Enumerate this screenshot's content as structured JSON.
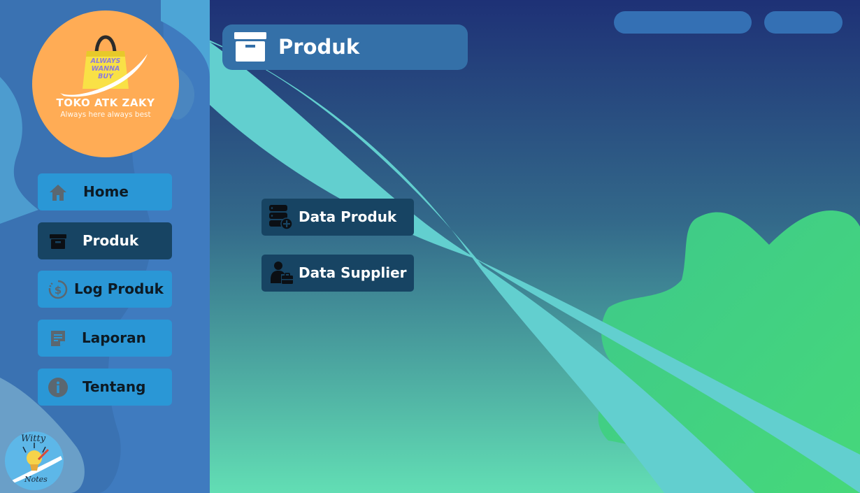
{
  "brand": {
    "name": "TOKO ATK ZAKY",
    "tagline": "Always here always best",
    "bag_text": [
      "ALWAYS",
      "WANNA",
      "BUY"
    ]
  },
  "sidebar": {
    "items": [
      {
        "label": "Home",
        "icon": "home-icon"
      },
      {
        "label": "Produk",
        "icon": "archive-box-icon",
        "active": true
      },
      {
        "label": "Log Produk",
        "icon": "dollar-history-icon"
      },
      {
        "label": "Laporan",
        "icon": "note-icon"
      },
      {
        "label": "Tentang",
        "icon": "info-icon"
      }
    ]
  },
  "footer_logo": {
    "line1": "Witty",
    "line2": "Notes"
  },
  "header": {
    "title": "Produk",
    "icon": "archive-box-icon"
  },
  "main": {
    "buttons": [
      {
        "label": "Data Produk",
        "icon": "database-add-icon"
      },
      {
        "label": "Data Supplier",
        "icon": "user-briefcase-icon"
      }
    ]
  },
  "colors": {
    "sidebar_button": "#2a97d6",
    "sidebar_button_active": "#174463",
    "logo_circle": "#ffac55",
    "header_bg": "#3470a8",
    "sub_button": "#174463"
  }
}
